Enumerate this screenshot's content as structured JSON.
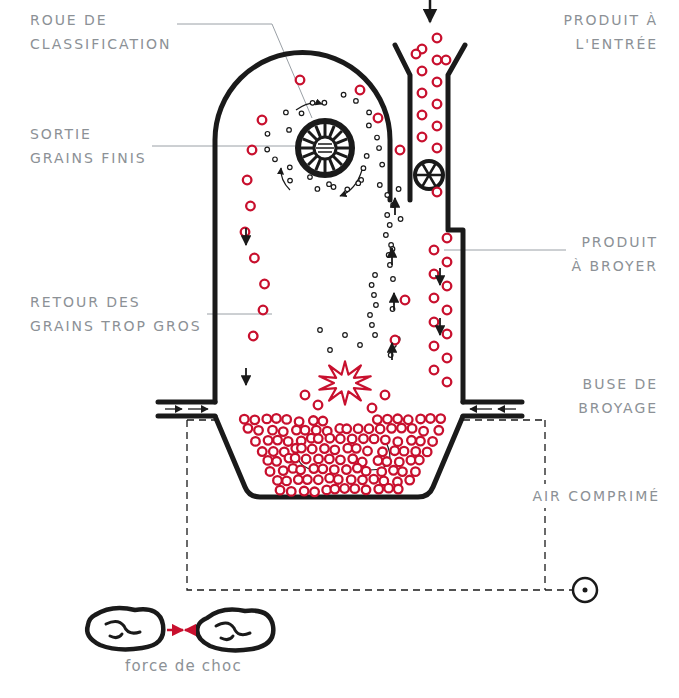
{
  "diagram": {
    "labels": [
      "ROUE DE CLASSIFICATION",
      "SORTIE GRAINS FINIS",
      "RETOUR DES GRAINS TROP GROS",
      "PRODUIT À L'ENTRÉE",
      "PRODUIT À BROYER",
      "BUSE DE BROYAGE",
      "AIR COMPRIMÉ",
      "force de choc"
    ]
  }
}
